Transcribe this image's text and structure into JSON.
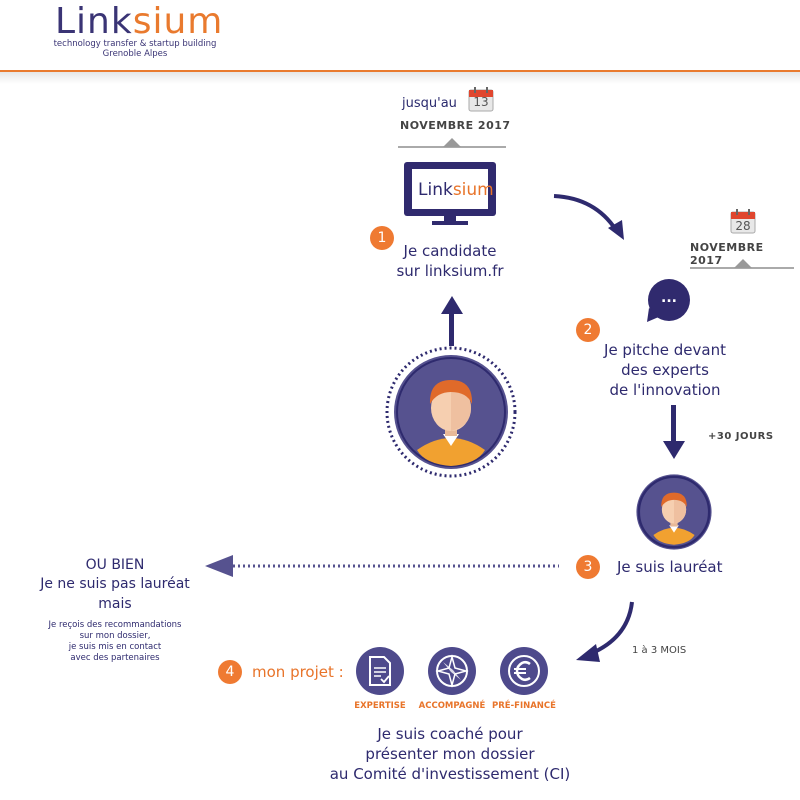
{
  "header": {
    "logo_part1": "Link",
    "logo_part2": "sium",
    "tagline": "technology transfer & startup building",
    "location": "Grenoble Alpes"
  },
  "deadline1": {
    "prefix": "jusqu'au",
    "day": "13",
    "month": "NOVEMBRE 2017"
  },
  "deadline2": {
    "day": "28",
    "month": "NOVEMBRE 2017"
  },
  "screen_logo": {
    "part1": "Link",
    "part2": "sium"
  },
  "step1": {
    "num": "1",
    "line1": "Je candidate",
    "line2": "sur linksium.fr"
  },
  "step2": {
    "num": "2",
    "line1": "Je pitche devant",
    "line2": "des experts",
    "line3": "de l'innovation",
    "bubble": "..."
  },
  "delay1": "+30 JOURS",
  "step3": {
    "num": "3",
    "label": "Je suis lauréat"
  },
  "alt": {
    "title": "OU BIEN",
    "line1": "Je ne suis pas lauréat",
    "line2": "mais",
    "detail1": "Je reçois des recommandations",
    "detail2": "sur mon dossier,",
    "detail3": "je suis mis en contact",
    "detail4": "avec des partenaires"
  },
  "delay2": "1 à 3 MOIS",
  "step4": {
    "num": "4",
    "label": "mon projet :",
    "services": [
      {
        "icon": "document-icon",
        "label": "EXPERTISE"
      },
      {
        "icon": "compass-icon",
        "label": "ACCOMPAGNÉ"
      },
      {
        "icon": "euro-icon",
        "label": "PRÉ-FINANCÉ"
      }
    ],
    "line1": "Je suis coaché pour",
    "line2": "présenter mon dossier",
    "line3": "au Comité d'investissement (CI)"
  },
  "colors": {
    "navy": "#2e2a6e",
    "orange": "#e8742a",
    "purple": "#4e4a8c"
  }
}
